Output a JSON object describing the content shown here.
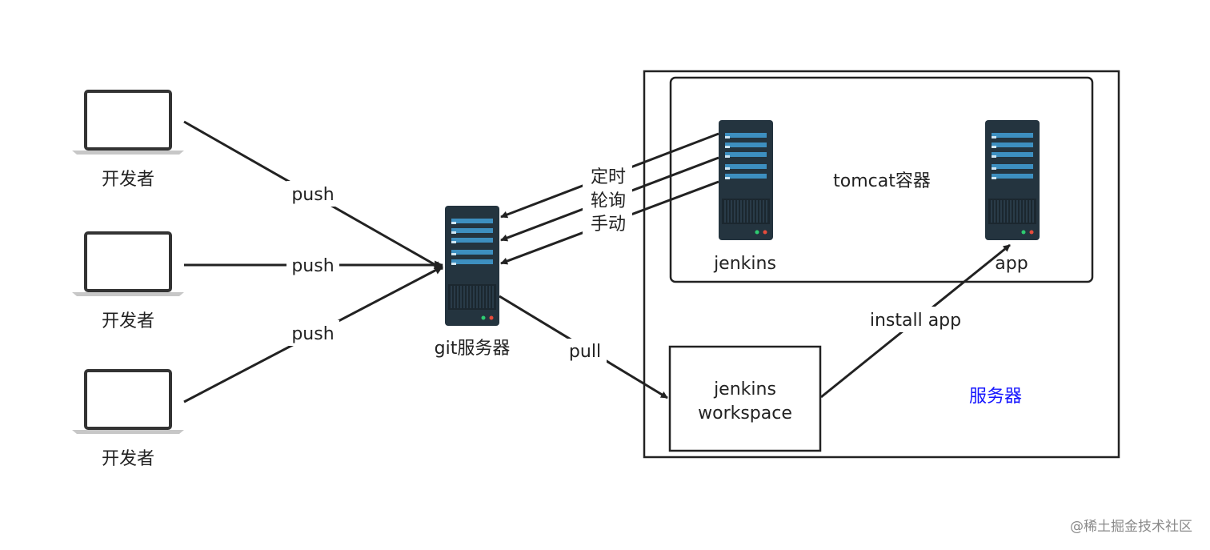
{
  "developers": [
    {
      "label": "开发者",
      "icon": "laptop-icon"
    },
    {
      "label": "开发者",
      "icon": "laptop-icon"
    },
    {
      "label": "开发者",
      "icon": "laptop-icon"
    }
  ],
  "push_labels": [
    "push",
    "push",
    "push"
  ],
  "git_server": {
    "label": "git服务器",
    "icon": "server-icon"
  },
  "trigger_labels": [
    "定时",
    "轮询",
    "手动"
  ],
  "tomcat": {
    "label": "tomcat容器"
  },
  "jenkins": {
    "label": "jenkins",
    "icon": "server-icon"
  },
  "app": {
    "label": "app",
    "icon": "server-icon"
  },
  "pull_label": "pull",
  "workspace": {
    "line1": "jenkins",
    "line2": "workspace"
  },
  "install_label": "install app",
  "server_box": {
    "label": "服务器",
    "label_color": "#1414ff"
  },
  "watermark": "@稀土掘金技术社区",
  "colors": {
    "server_body": "#24343f",
    "server_slot": "#3d8fc0",
    "line": "#222222"
  }
}
